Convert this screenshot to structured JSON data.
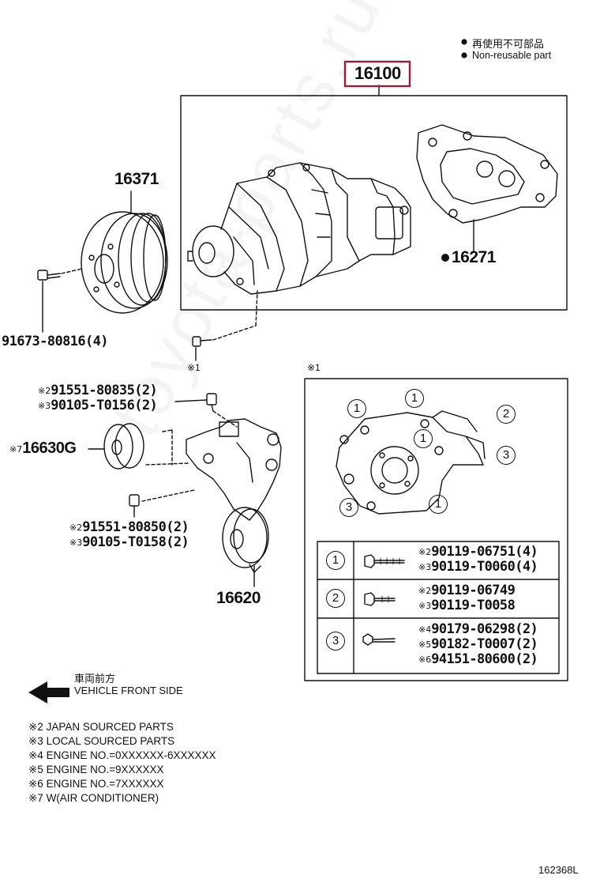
{
  "legend": {
    "reuse_jp": "再使用不可部品",
    "reuse_en": "Non-reusable part"
  },
  "assembly": {
    "part": "16100",
    "highlight_color": "#9b1b3a"
  },
  "parts": {
    "pulley": "16371",
    "gasket": "16271",
    "bolt_pulley": "91673-80816(4)",
    "idler": "16630G",
    "tensioner": "16620"
  },
  "marks": {
    "m1": "※1",
    "m2": "※2",
    "m3": "※3",
    "m4": "※4",
    "m5": "※5",
    "m6": "※6",
    "m7": "※7"
  },
  "bolts": {
    "upper_a": "91551-80835(2)",
    "upper_b": "90105-T0156(2)",
    "lower_a": "91551-80850(2)",
    "lower_b": "90105-T0158(2)"
  },
  "detail_table": {
    "rows": [
      {
        "id": "1",
        "lines": [
          {
            "mark": "※2",
            "part": "90119-06751(4)"
          },
          {
            "mark": "※3",
            "part": "90119-T0060(4)"
          }
        ]
      },
      {
        "id": "2",
        "lines": [
          {
            "mark": "※2",
            "part": "90119-06749"
          },
          {
            "mark": "※3",
            "part": "90119-T0058"
          }
        ]
      },
      {
        "id": "3",
        "lines": [
          {
            "mark": "※4",
            "part": "90179-06298(2)"
          },
          {
            "mark": "※5",
            "part": "90182-T0007(2)"
          },
          {
            "mark": "※6",
            "part": "94151-80600(2)"
          }
        ]
      }
    ]
  },
  "direction": {
    "jp": "車両前方",
    "en": "VEHICLE FRONT SIDE"
  },
  "notes": [
    "※2 JAPAN SOURCED PARTS",
    "※3 LOCAL SOURCED PARTS",
    "※4 ENGINE NO.=0XXXXXX-6XXXXXX",
    "※5 ENGINE NO.=9XXXXXX",
    "※6 ENGINE NO.=7XXXXXX",
    "※7 W(AIR CONDITIONER)"
  ],
  "ref_code": "162368L",
  "watermark": "toyota-parts.ru"
}
